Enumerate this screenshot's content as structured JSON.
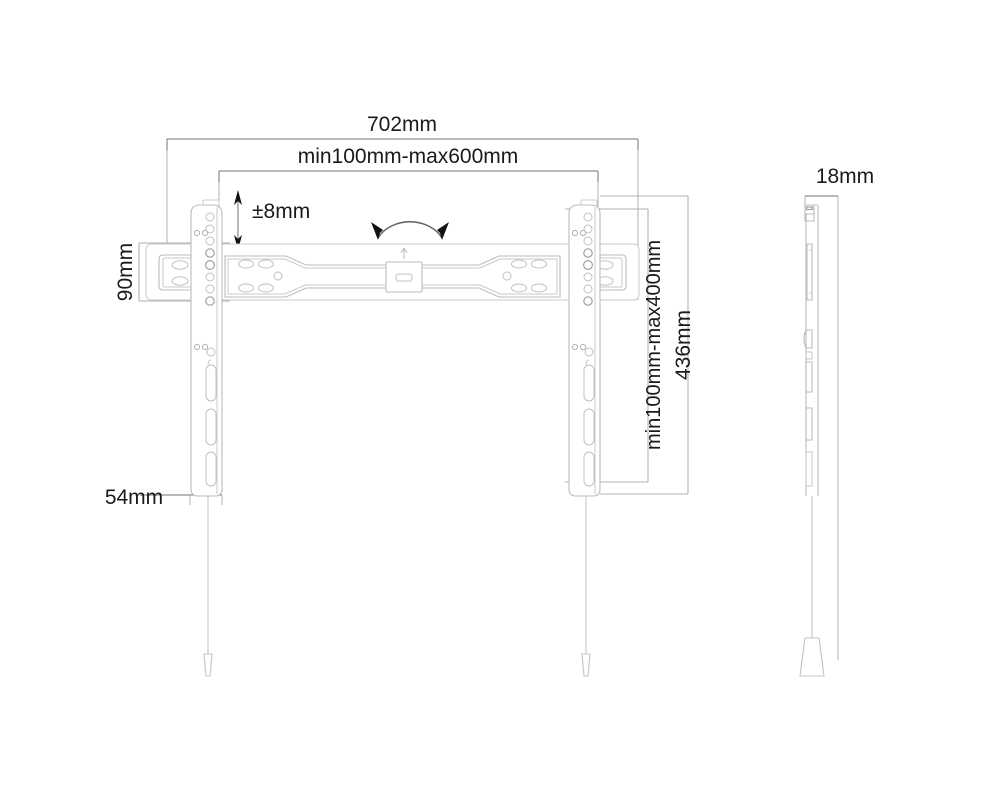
{
  "drawing": {
    "type": "technical-dimension-drawing",
    "subject": "tv-wall-mount-bracket",
    "background_color": "#ffffff",
    "line_color": "#b9bcc0",
    "dimension_text_color": "#1a1a1a",
    "views": [
      {
        "name": "front-view",
        "label": ""
      },
      {
        "name": "side-view",
        "label": ""
      }
    ]
  },
  "dimensions": {
    "overall_width": "702mm",
    "mount_pattern_width": "min100mm-max600mm",
    "vertical_adjust": "±8mm",
    "rail_height": "90mm",
    "mount_pattern_height": "min100mm-max400mm",
    "overall_height": "436mm",
    "bracket_width": "54mm",
    "depth": "18mm"
  },
  "annotations": {
    "tilt_arc": "tilt-rotation-arc",
    "release_arrow": "center-release-arrow"
  }
}
